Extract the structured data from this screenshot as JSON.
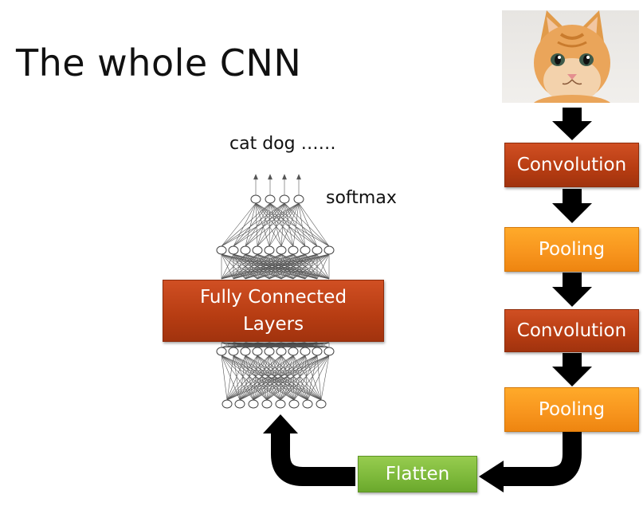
{
  "slide": {
    "title": "The whole CNN",
    "outputs_label": "cat dog ……",
    "softmax_label": "softmax"
  },
  "pipeline": {
    "conv1": "Convolution",
    "pool1": "Pooling",
    "conv2": "Convolution",
    "pool2": "Pooling",
    "flatten": "Flatten",
    "fully_connected": "Fully Connected Layers"
  },
  "colors": {
    "convolution": "#b63c12",
    "pooling": "#f7941d",
    "flatten": "#7cb83a",
    "arrows": "#000000"
  },
  "icons": {
    "input_image": "kitten-photo",
    "arrow": "down-arrow"
  }
}
